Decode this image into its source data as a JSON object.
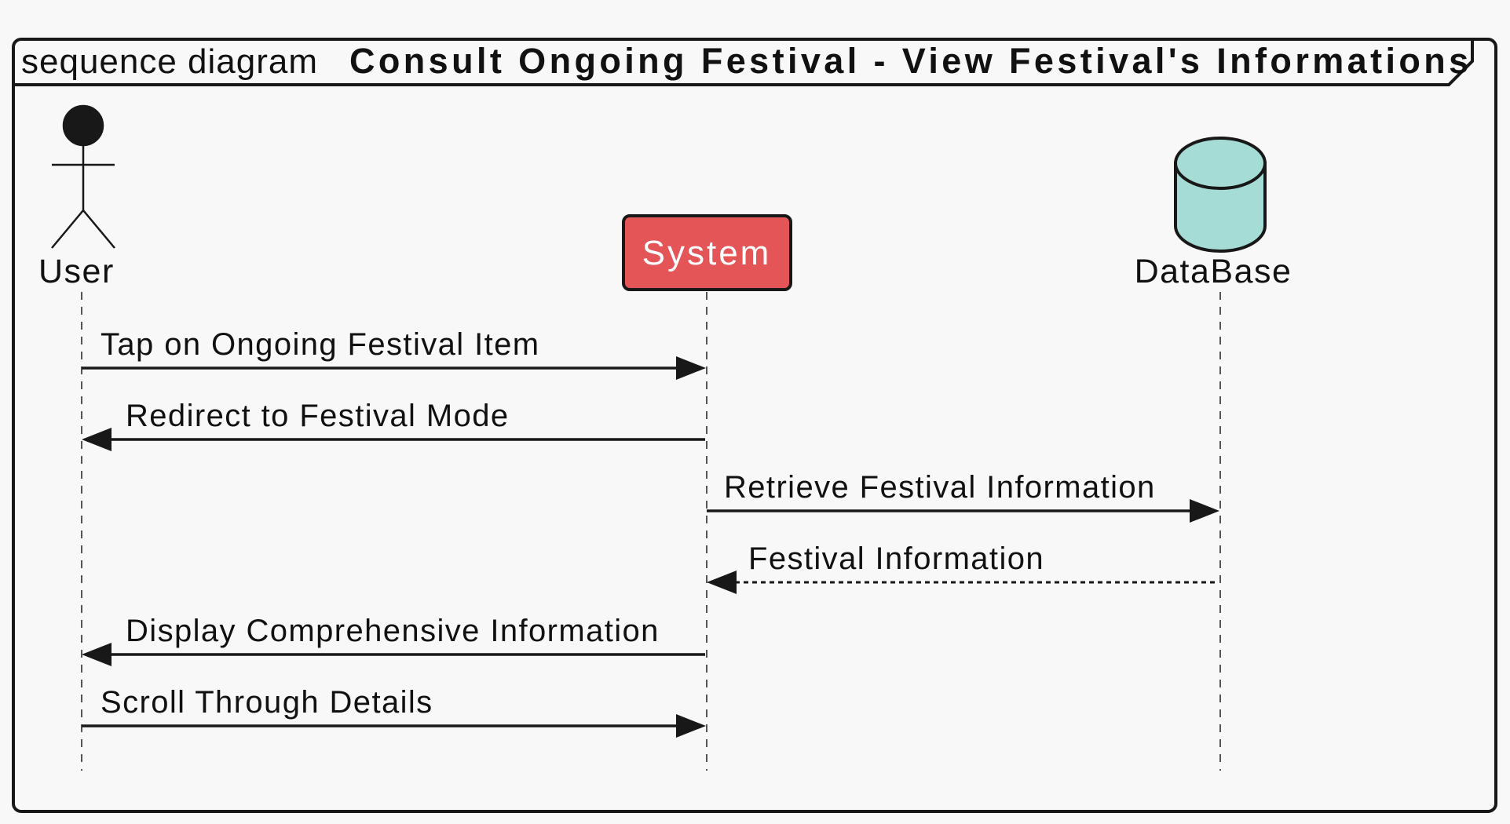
{
  "frame": {
    "kind": "sequence diagram",
    "title": "Consult Ongoing Festival - View Festival's Informations"
  },
  "participants": [
    {
      "id": "user",
      "label": "User",
      "shape": "actor"
    },
    {
      "id": "system",
      "label": "System",
      "shape": "box",
      "fill": "#e45558",
      "text_color": "#ffffff"
    },
    {
      "id": "database",
      "label": "DataBase",
      "shape": "database",
      "fill": "#a6dcd6"
    }
  ],
  "messages": [
    {
      "from": "user",
      "to": "system",
      "label": "Tap on Ongoing Festival Item",
      "style": "solid"
    },
    {
      "from": "system",
      "to": "user",
      "label": "Redirect to Festival Mode",
      "style": "solid"
    },
    {
      "from": "system",
      "to": "database",
      "label": "Retrieve Festival Information",
      "style": "solid"
    },
    {
      "from": "database",
      "to": "system",
      "label": "Festival Information",
      "style": "dashed"
    },
    {
      "from": "system",
      "to": "user",
      "label": "Display Comprehensive Information",
      "style": "solid"
    },
    {
      "from": "user",
      "to": "system",
      "label": "Scroll Through Details",
      "style": "solid"
    }
  ],
  "colors": {
    "background": "#f8f8f8",
    "line": "#181818",
    "lifeline": "#555555"
  }
}
